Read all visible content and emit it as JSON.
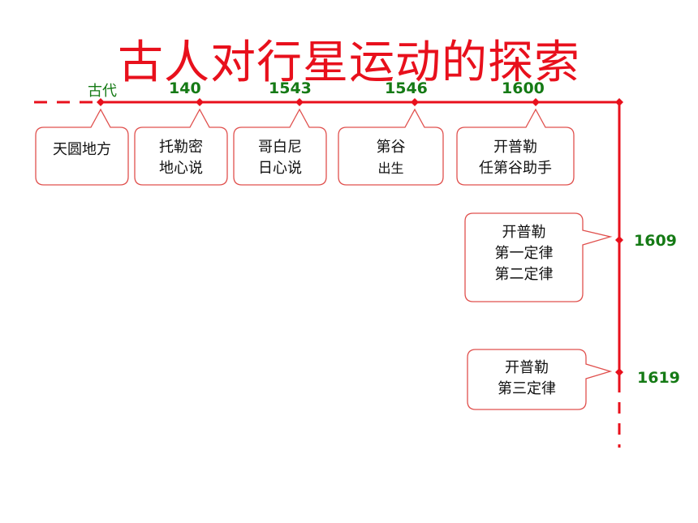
{
  "title": "古人对行星运动的探索",
  "colors": {
    "line": "#e8101c",
    "year": "#157a15",
    "bubble_border": "#e0504d"
  },
  "events": [
    {
      "year": "古代",
      "lines": [
        "天圆地方"
      ]
    },
    {
      "year": "140",
      "lines": [
        "托勒密",
        "地心说"
      ]
    },
    {
      "year": "1543",
      "lines": [
        "哥白尼",
        "日心说"
      ]
    },
    {
      "year": "1546",
      "lines": [
        "第谷",
        "出生"
      ]
    },
    {
      "year": "1600",
      "lines": [
        "开普勒",
        "任第谷助手"
      ]
    },
    {
      "year": "1609",
      "lines": [
        "开普勒",
        "第一定律",
        "第二定律"
      ]
    },
    {
      "year": "1619",
      "lines": [
        "开普勒",
        "第三定律"
      ]
    }
  ]
}
